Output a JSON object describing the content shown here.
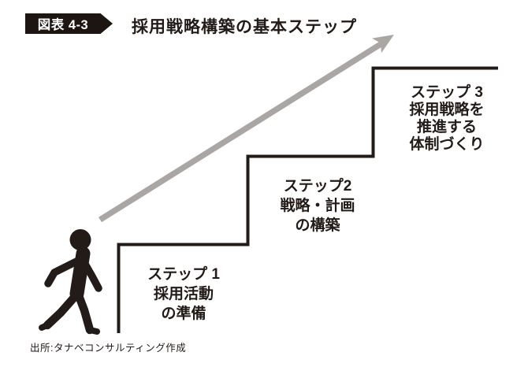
{
  "figure_header": {
    "badge_label": "図表 4-3",
    "title": "採用戦略構築の基本ステップ"
  },
  "steps": [
    {
      "id": 1,
      "lines": [
        "ステップ 1",
        "採用活動",
        "の準備"
      ]
    },
    {
      "id": 2,
      "lines": [
        "ステップ2",
        "戦略・計画",
        "の構築"
      ]
    },
    {
      "id": 3,
      "lines": [
        "ステップ 3",
        "採用戦略を",
        "推進する",
        "体制づくり"
      ]
    }
  ],
  "source_note": "出所:タナベコンサルティング作成",
  "icons": {
    "walking_person": "walking-person-silhouette",
    "growth_arrow": "diagonal-up-right-arrow",
    "badge_shape": "right-pointing-pennant"
  },
  "colors": {
    "ink": "#221b17",
    "arrow_gray": "#a9a6a4",
    "badge_bg": "#1c1512",
    "badge_text": "#ffffff",
    "background": "#ffffff"
  }
}
